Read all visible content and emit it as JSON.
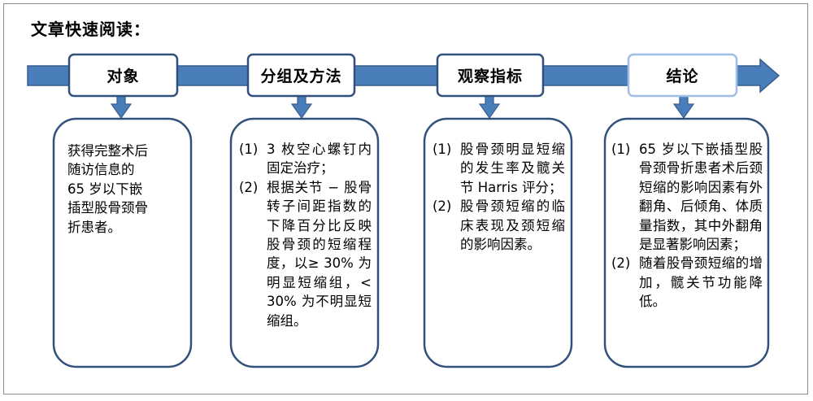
{
  "page_title": "文章快速阅读：",
  "colors": {
    "arrow_fill": "#4a7ebb",
    "arrow_stroke": "#375e8f",
    "box_border": "#31507c",
    "highlight_border": "#9fbde6"
  },
  "steps": [
    {
      "title": "对象",
      "text": "获得完整术后\n随访信息的\n65 岁以下嵌\n插型股骨颈骨\n折患者。"
    },
    {
      "title": "分组及方法",
      "items": [
        {
          "num": "(1)",
          "text": "3 枚空心螺钉内固定治疗；"
        },
        {
          "num": "(2)",
          "text": "根据关节 − 股骨转子间距指数的下降百分比反映股骨颈的短缩程度，以≥ 30% 为明显短缩组，< 30% 为不明显短缩组。"
        }
      ]
    },
    {
      "title": "观察指标",
      "items": [
        {
          "num": "(1)",
          "text": "股骨颈明显短缩的发生率及髋关节 Harris 评分；"
        },
        {
          "num": "(2)",
          "text": "股骨颈短缩的临床表现及颈短缩的影响因素。"
        }
      ]
    },
    {
      "title": "结论",
      "items": [
        {
          "num": "(1)",
          "text": "65 岁以下嵌插型股骨颈骨折患者术后颈短缩的影响因素有外翻角、后倾角、体质量指数，其中外翻角是显著影响因素；"
        },
        {
          "num": "(2)",
          "text": "随着股骨颈短缩的增加，髋关节功能降低。"
        }
      ]
    }
  ]
}
